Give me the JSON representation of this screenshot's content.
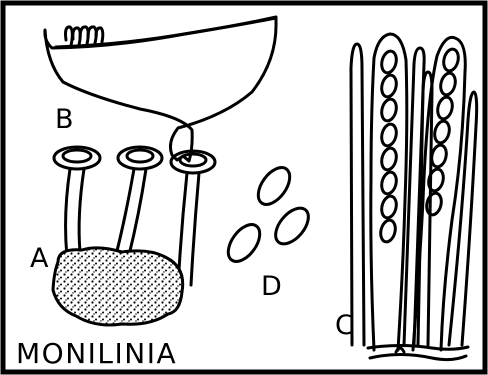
{
  "labels": {
    "a": "A",
    "b": "B",
    "c": "C",
    "d": "D"
  },
  "title": "MONILINIA",
  "colors": {
    "ink": "#000000",
    "paper": "#ffffff"
  }
}
